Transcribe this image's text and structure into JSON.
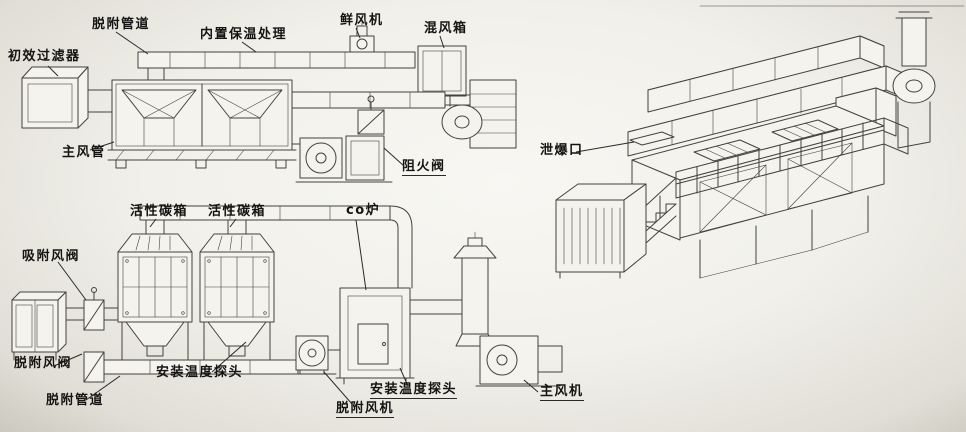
{
  "colors": {
    "ink": "#45423e",
    "paper": "#f4f3ee"
  },
  "labels": {
    "top_left": [
      {
        "id": "primary-filter",
        "text": "初效过滤器"
      },
      {
        "id": "desorption-duct",
        "text": "脱附管道"
      },
      {
        "id": "insulation",
        "text": "内置保温处理"
      },
      {
        "id": "fresh-air-fan",
        "text": "鲜风机"
      },
      {
        "id": "mixing-box",
        "text": "混风箱"
      },
      {
        "id": "main-duct",
        "text": "主风管"
      },
      {
        "id": "fire-damper",
        "text": "阻火阀"
      }
    ],
    "bottom_left": [
      {
        "id": "carbon-box-1",
        "text": "活性碳箱"
      },
      {
        "id": "carbon-box-2",
        "text": "活性碳箱"
      },
      {
        "id": "co-furnace",
        "text": "co炉"
      },
      {
        "id": "adsorption-valve",
        "text": "吸附风阀"
      },
      {
        "id": "desorption-valve",
        "text": "脱附风阀"
      },
      {
        "id": "temp-probe-1",
        "text": "安装温度探头"
      },
      {
        "id": "desorption-duct-2",
        "text": "脱附管道"
      },
      {
        "id": "desorption-fan",
        "text": "脱附风机"
      },
      {
        "id": "temp-probe-2",
        "text": "安装温度探头"
      },
      {
        "id": "main-fan",
        "text": "主风机"
      }
    ],
    "right": [
      {
        "id": "explosion-vent",
        "text": "泄爆口"
      }
    ]
  }
}
